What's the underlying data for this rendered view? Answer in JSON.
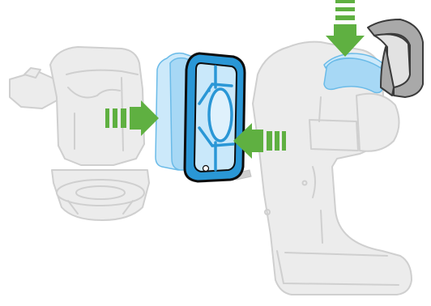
{
  "colors": {
    "arrow": "#5fb041",
    "filter_frame": "#2a97d6",
    "filter_pad": "#a7d8f5",
    "ghost_body": "#ececec",
    "cover_shell": "#a9a9a9"
  },
  "parts": [
    "motor-unit-ghost",
    "filter-pad",
    "filter-frame",
    "handle-body-ghost",
    "top-filter-pad",
    "filter-cover"
  ],
  "arrows": [
    {
      "name": "arrow-left-to-right",
      "direction": "right"
    },
    {
      "name": "arrow-right-to-left",
      "direction": "left"
    },
    {
      "name": "arrow-top-down",
      "direction": "down"
    }
  ]
}
